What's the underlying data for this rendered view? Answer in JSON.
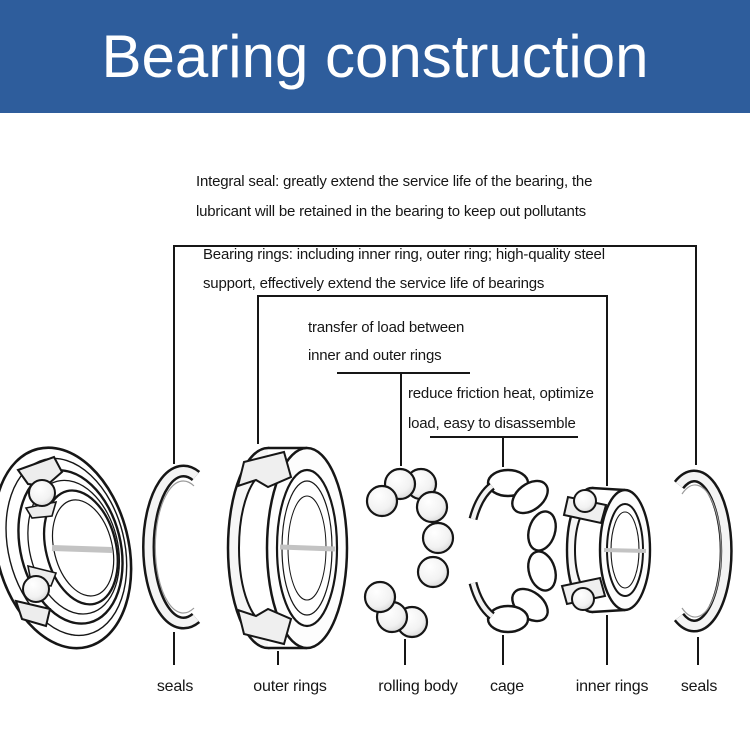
{
  "header": {
    "title": "Bearing construction"
  },
  "annotations": {
    "integral_seal": {
      "line1": "Integral seal: greatly extend the service life of the bearing, the",
      "line2": "lubricant will be retained in the bearing to keep out pollutants"
    },
    "bearing_rings": {
      "line1": "Bearing rings: including inner ring, outer ring; high-quality steel",
      "line2": "support, effectively extend the service life of bearings"
    },
    "rolling_body_note": {
      "line1": "transfer of load between",
      "line2": "inner and outer rings"
    },
    "cage_note": {
      "line1": "reduce friction heat, optimize",
      "line2": "load, easy to disassemble"
    }
  },
  "part_labels": {
    "seals_left": "seals",
    "outer_rings": "outer rings",
    "rolling_body": "rolling body",
    "cage": "cage",
    "inner_rings": "inner rings",
    "seals_right": "seals"
  },
  "colors": {
    "banner_bg": "#2e5d9c",
    "banner_text": "#ffffff",
    "ink": "#161616",
    "shade": "#c3c3c3"
  }
}
